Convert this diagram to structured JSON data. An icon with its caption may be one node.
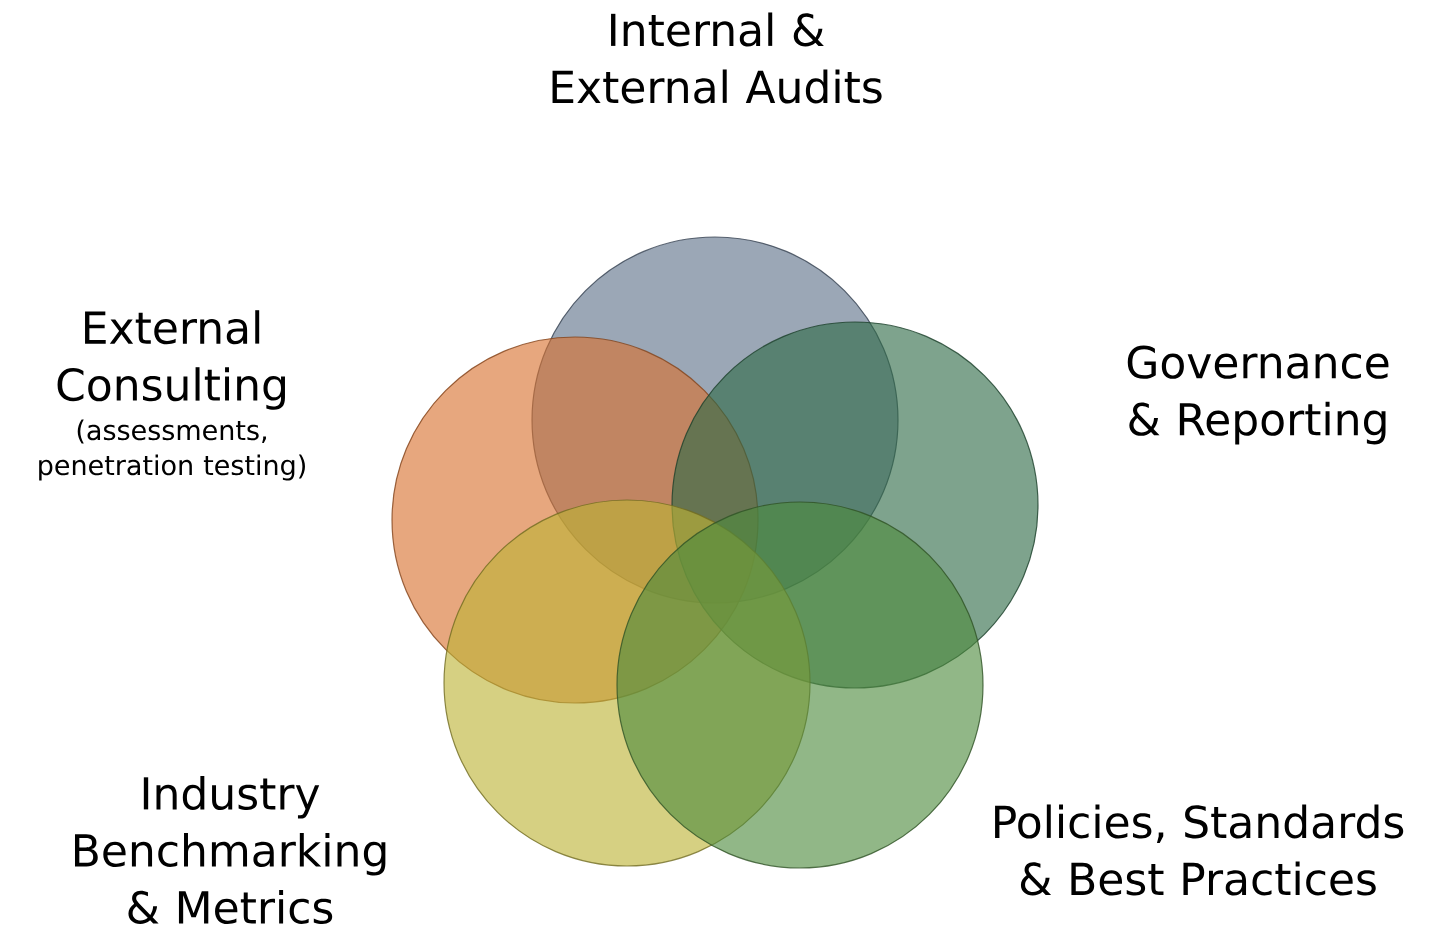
{
  "diagram": {
    "nodes": [
      {
        "text": [
          "Internal & External Audits"
        ]
      },
      {
        "text": [
          "External Consulting",
          "(assessments, penetration testing)"
        ]
      },
      {
        "text": [
          "Governance & Reporting"
        ]
      },
      {
        "text": [
          "Industry Benchmarking & Metrics"
        ]
      },
      {
        "text": [
          "Policies, Standards & Best Practices"
        ]
      }
    ]
  }
}
